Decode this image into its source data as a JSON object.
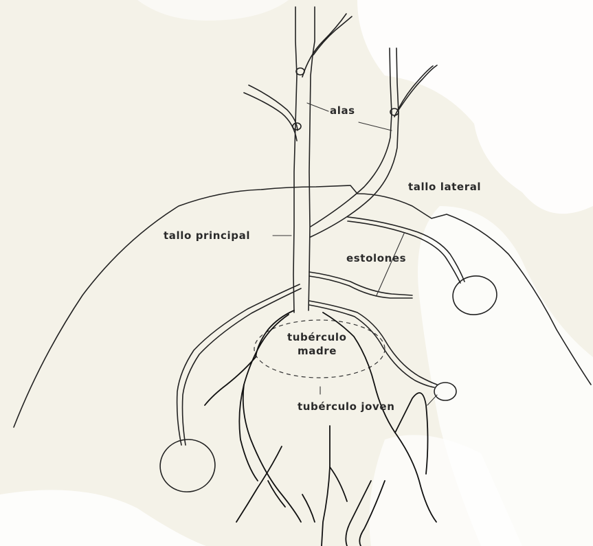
{
  "diagram": {
    "labels": {
      "alas": "alas",
      "tallo_lateral": "tallo lateral",
      "tallo_principal": "tallo principal",
      "estolones": "estolones",
      "tuberculo_madre_line1": "tubérculo",
      "tuberculo_madre_line2": "madre",
      "tuberculo_joven": "tubérculo joven"
    },
    "colors": {
      "background": "#f4f2e8",
      "ink": "#222222",
      "paper_highlight": "#ffffff"
    }
  }
}
